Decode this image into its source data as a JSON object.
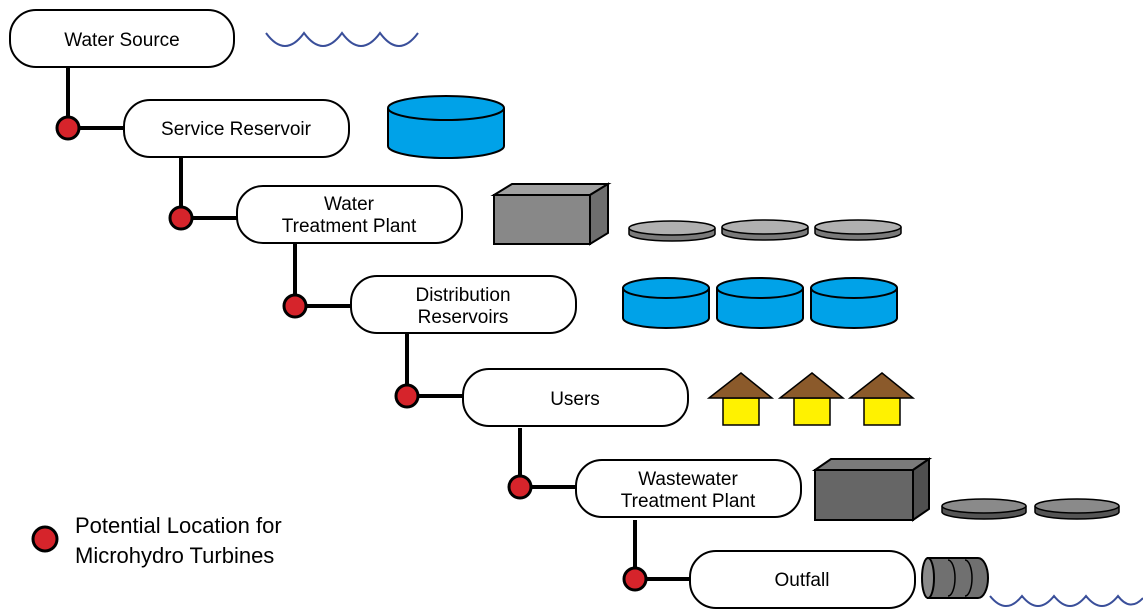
{
  "stages": [
    {
      "id": "water-source",
      "lines": [
        "Water Source"
      ],
      "turbine": false
    },
    {
      "id": "service-reservoir",
      "lines": [
        "Service Reservoir"
      ],
      "turbine": true
    },
    {
      "id": "water-treatment-plant",
      "lines": [
        "Water",
        "Treatment Plant"
      ],
      "turbine": true
    },
    {
      "id": "distribution-reservoirs",
      "lines": [
        "Distribution",
        "Reservoirs"
      ],
      "turbine": true
    },
    {
      "id": "users",
      "lines": [
        "Users"
      ],
      "turbine": true
    },
    {
      "id": "wastewater-treatment-plant",
      "lines": [
        "Wastewater",
        "Treatment Plant"
      ],
      "turbine": true
    },
    {
      "id": "outfall",
      "lines": [
        "Outfall"
      ],
      "turbine": true
    }
  ],
  "legend": {
    "lines": [
      "Potential Location for",
      "Microhydro Turbines"
    ]
  },
  "icons": [
    "water-wave-icon",
    "reservoir-tank-icon",
    "treatment-building-icon",
    "settling-tank-icon",
    "house-icon",
    "outfall-pipe-icon"
  ],
  "colors": {
    "turbine_marker": "#d6242b",
    "reservoir_water": "#00a2e8",
    "building_gray": "#888888",
    "building_dark_gray": "#666666",
    "wave": "#3a4f9a",
    "house_wall": "#fff200",
    "house_roof": "#8b5a2b"
  }
}
